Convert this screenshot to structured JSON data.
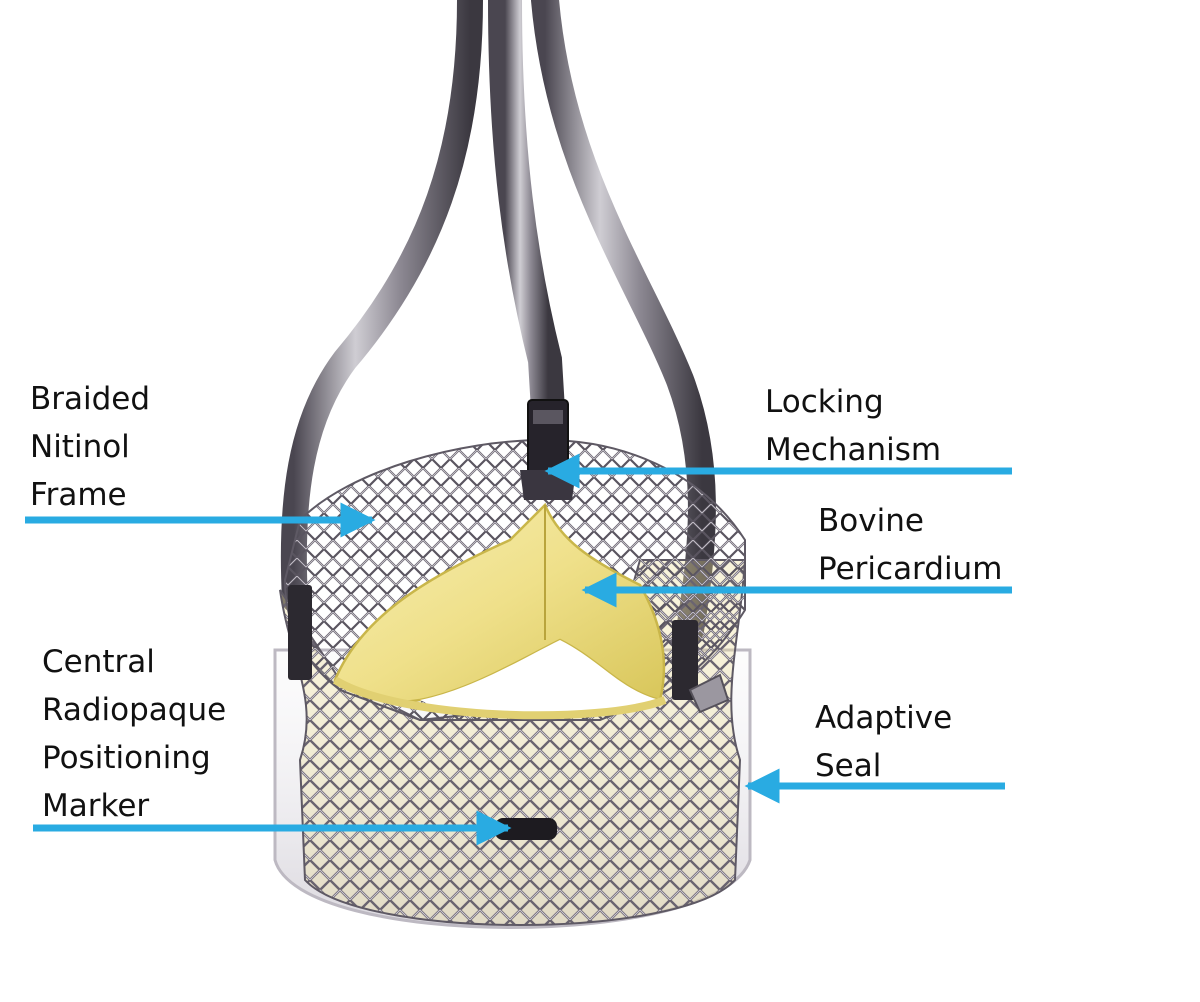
{
  "colors": {
    "arrow": "#29abe2",
    "tissue": "#f3e9a0",
    "tissue_shade": "#d9c85a",
    "metal": "#8a8290",
    "metal_dark": "#3d3942",
    "catheter": "#b9b6bd"
  },
  "labels": {
    "frame": [
      "Braided",
      "Nitinol",
      "Frame"
    ],
    "locking": [
      "Locking",
      "Mechanism"
    ],
    "pericardium": [
      "Bovine",
      "Pericardium"
    ],
    "marker": [
      "Central",
      "Radiopaque",
      "Positioning",
      "Marker"
    ],
    "seal": [
      "Adaptive",
      "Seal"
    ]
  }
}
